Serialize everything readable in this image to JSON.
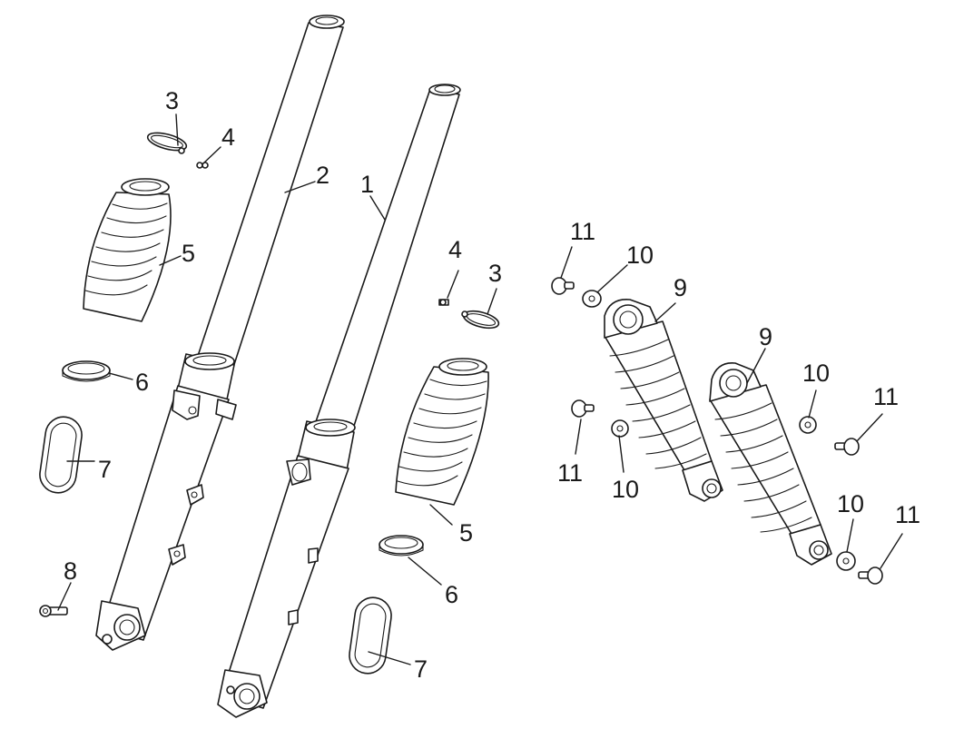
{
  "callouts": {
    "c1": "1",
    "c2": "2",
    "c3a": "3",
    "c3b": "3",
    "c4a": "4",
    "c4b": "4",
    "c5a": "5",
    "c5b": "5",
    "c6a": "6",
    "c6b": "6",
    "c7a": "7",
    "c7b": "7",
    "c8": "8",
    "c9a": "9",
    "c9b": "9",
    "c10a": "10",
    "c10b": "10",
    "c10c": "10",
    "c10d": "10",
    "c11a": "11",
    "c11b": "11",
    "c11c": "11",
    "c11d": "11"
  },
  "line_color": "#1a1a1a",
  "background": "#ffffff"
}
